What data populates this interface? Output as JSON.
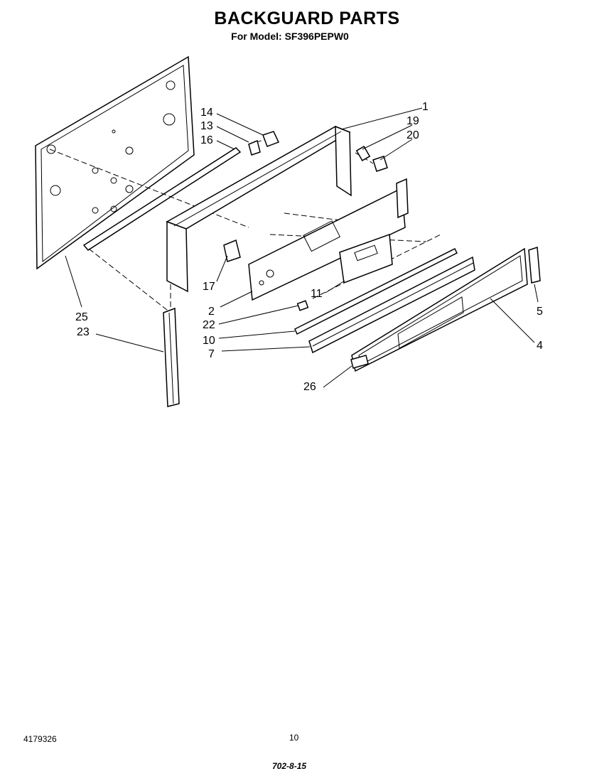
{
  "header": {
    "title": "BACKGUARD PARTS",
    "subtitle": "For Model: SF396PEPW0"
  },
  "diagram": {
    "callouts": [
      {
        "id": "14",
        "label": "14"
      },
      {
        "id": "13",
        "label": "13"
      },
      {
        "id": "16",
        "label": "16"
      },
      {
        "id": "1",
        "label": "1"
      },
      {
        "id": "19",
        "label": "19"
      },
      {
        "id": "20",
        "label": "20"
      },
      {
        "id": "17",
        "label": "17"
      },
      {
        "id": "11",
        "label": "11"
      },
      {
        "id": "2",
        "label": "2"
      },
      {
        "id": "22",
        "label": "22"
      },
      {
        "id": "10",
        "label": "10"
      },
      {
        "id": "7",
        "label": "7"
      },
      {
        "id": "25",
        "label": "25"
      },
      {
        "id": "23",
        "label": "23"
      },
      {
        "id": "5",
        "label": "5"
      },
      {
        "id": "4",
        "label": "4"
      },
      {
        "id": "26",
        "label": "26"
      }
    ]
  },
  "footer": {
    "part_number": "4179326",
    "page_number": "10",
    "code": "702-8-15"
  }
}
